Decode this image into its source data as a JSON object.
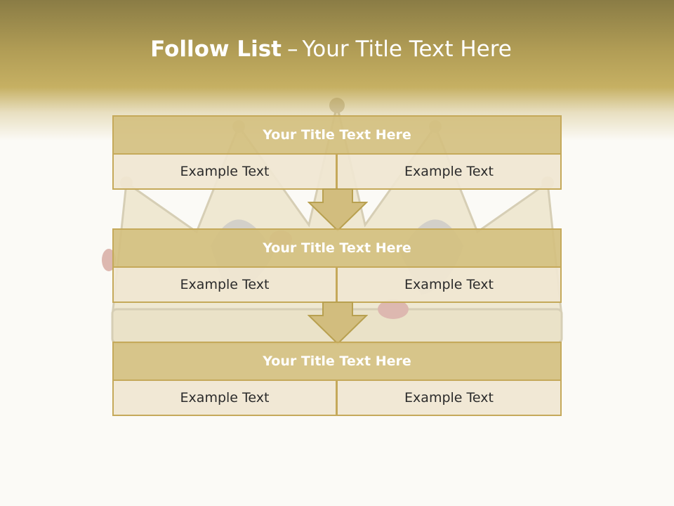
{
  "slide": {
    "title_bold": "Follow List",
    "title_separator": "–",
    "title_rest": "Your Title Text Here"
  },
  "blocks": [
    {
      "title": "Your Title Text Here",
      "cells": [
        "Example Text",
        "Example Text"
      ]
    },
    {
      "title": "Your Title Text Here",
      "cells": [
        "Example Text",
        "Example Text"
      ]
    },
    {
      "title": "Your Title Text Here",
      "cells": [
        "Example Text",
        "Example Text"
      ]
    }
  ],
  "colors": {
    "header_gold": "#8a7c45",
    "title_fill": "#d4c080",
    "cell_fill": "#f0e6d2",
    "border": "#c5a95a",
    "arrow_fill": "#d2bd7e"
  },
  "background_image": "crown-image"
}
